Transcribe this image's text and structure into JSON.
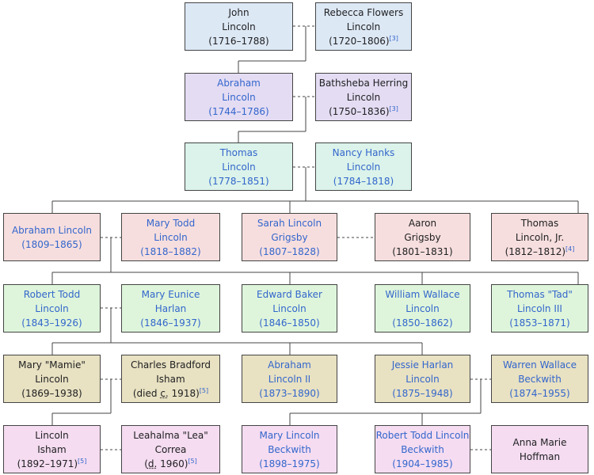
{
  "people": {
    "john": {
      "lines": [
        "John",
        "Lincoln",
        "(1716–1788)"
      ],
      "link": false,
      "ref": "",
      "color": "blue"
    },
    "rebecca": {
      "lines": [
        "Rebecca Flowers",
        "Lincoln",
        "(1720–1806)"
      ],
      "link": false,
      "ref": "[3]",
      "color": "blue"
    },
    "abraham_sr": {
      "lines": [
        "Abraham",
        "Lincoln",
        "(1744–1786)"
      ],
      "link": true,
      "ref": "",
      "color": "purple"
    },
    "bathsheba": {
      "lines": [
        "Bathsheba Herring",
        "Lincoln",
        "(1750–1836)"
      ],
      "link": false,
      "ref": "[3]",
      "color": "purple"
    },
    "thomas": {
      "lines": [
        "Thomas",
        "Lincoln",
        "(1778–1851)"
      ],
      "link": true,
      "ref": "",
      "color": "teal"
    },
    "nancy": {
      "lines": [
        "Nancy Hanks",
        "Lincoln",
        "(1784–1818)"
      ],
      "link": true,
      "ref": "",
      "color": "teal"
    },
    "abraham": {
      "lines": [
        "Abraham Lincoln",
        "(1809–1865)"
      ],
      "link": true,
      "ref": "",
      "color": "red"
    },
    "mary_todd": {
      "lines": [
        "Mary Todd",
        "Lincoln",
        "(1818–1882)"
      ],
      "link": true,
      "ref": "",
      "color": "red"
    },
    "sarah": {
      "lines": [
        "Sarah Lincoln",
        "Grigsby",
        "(1807–1828)"
      ],
      "link": true,
      "ref": "",
      "color": "red"
    },
    "aaron": {
      "lines": [
        "Aaron",
        "Grigsby",
        "(1801–1831)"
      ],
      "link": false,
      "ref": "",
      "color": "red"
    },
    "thomas_jr": {
      "lines": [
        "Thomas",
        "Lincoln, Jr.",
        "(1812–1812)"
      ],
      "link": false,
      "ref": "[4]",
      "color": "red"
    },
    "robert": {
      "lines": [
        "Robert Todd",
        "Lincoln",
        "(1843–1926)"
      ],
      "link": true,
      "ref": "",
      "color": "green"
    },
    "mary_harlan": {
      "lines": [
        "Mary Eunice",
        "Harlan",
        "(1846–1937)"
      ],
      "link": true,
      "ref": "",
      "color": "green"
    },
    "edward": {
      "lines": [
        "Edward Baker",
        "Lincoln",
        "(1846–1850)"
      ],
      "link": true,
      "ref": "",
      "color": "green"
    },
    "william": {
      "lines": [
        "William Wallace",
        "Lincoln",
        "(1850–1862)"
      ],
      "link": true,
      "ref": "",
      "color": "green"
    },
    "tad": {
      "lines": [
        "Thomas \"Tad\"",
        "Lincoln III",
        "(1853–1871)"
      ],
      "link": true,
      "ref": "",
      "color": "green"
    },
    "mamie": {
      "lines": [
        "Mary \"Mamie\"",
        "Lincoln",
        "(1869–1938)"
      ],
      "link": false,
      "ref": "",
      "color": "tan"
    },
    "charles": {
      "lines": [
        "Charles Bradford",
        "Isham"
      ],
      "pre": "(died ",
      "abbr": "c.",
      "post": " 1918)",
      "link": false,
      "ref": "[5]",
      "color": "tan"
    },
    "abraham2": {
      "lines": [
        "Abraham",
        "Lincoln II",
        "(1873–1890)"
      ],
      "link": true,
      "ref": "",
      "color": "tan"
    },
    "jessie": {
      "lines": [
        "Jessie Harlan",
        "Lincoln",
        "(1875–1948)"
      ],
      "link": true,
      "ref": "",
      "color": "tan"
    },
    "warren": {
      "lines": [
        "Warren Wallace",
        "Beckwith",
        "(1874–1955)"
      ],
      "link": true,
      "ref": "",
      "color": "tan"
    },
    "lincoln_isham": {
      "lines": [
        "Lincoln",
        "Isham",
        "(1892–1971)"
      ],
      "link": false,
      "ref": "[5]",
      "color": "pink"
    },
    "leahalma": {
      "lines": [
        "Leahalma \"Lea\"",
        "Correa"
      ],
      "pre": "(",
      "abbr": "d.",
      "post": " 1960)",
      "link": false,
      "ref": "[5]",
      "color": "pink"
    },
    "mary_beckwith": {
      "lines": [
        "Mary Lincoln",
        "Beckwith",
        "(1898–1975)"
      ],
      "link": true,
      "ref": "",
      "color": "pink"
    },
    "robert_beckwith": {
      "lines": [
        "Robert Todd Lincoln",
        "Beckwith",
        "(1904–1985)"
      ],
      "link": true,
      "ref": "",
      "color": "pink"
    },
    "anna": {
      "lines": [
        "Anna Marie",
        "Hoffman"
      ],
      "link": false,
      "ref": "",
      "color": "pink"
    }
  }
}
